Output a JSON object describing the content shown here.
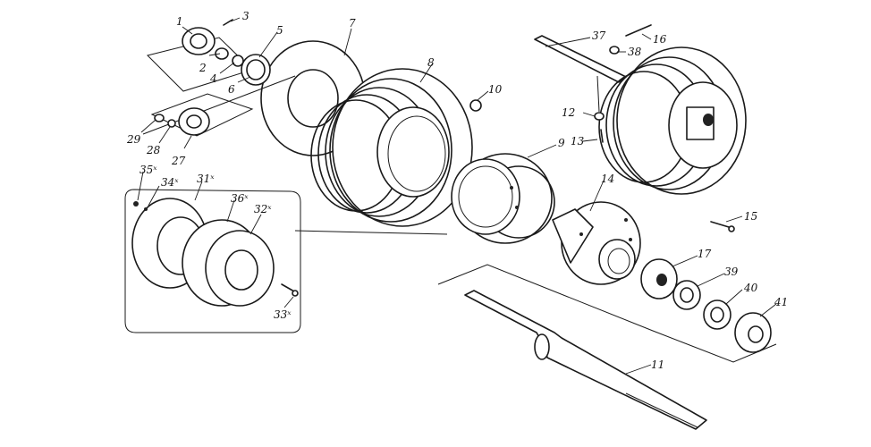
{
  "callouts": [
    {
      "id": "c1",
      "text": "1"
    },
    {
      "id": "c2",
      "text": "2"
    },
    {
      "id": "c3",
      "text": "3"
    },
    {
      "id": "c4",
      "text": "4"
    },
    {
      "id": "c5",
      "text": "5"
    },
    {
      "id": "c6",
      "text": "6"
    },
    {
      "id": "c7",
      "text": "7"
    },
    {
      "id": "c8",
      "text": "8"
    },
    {
      "id": "c9",
      "text": "9"
    },
    {
      "id": "c10",
      "text": "10"
    },
    {
      "id": "c11",
      "text": "11"
    },
    {
      "id": "c12",
      "text": "12"
    },
    {
      "id": "c13",
      "text": "13"
    },
    {
      "id": "c14",
      "text": "14"
    },
    {
      "id": "c15",
      "text": "15"
    },
    {
      "id": "c16",
      "text": "16"
    },
    {
      "id": "c17",
      "text": "17"
    },
    {
      "id": "c27",
      "text": "27"
    },
    {
      "id": "c28",
      "text": "28"
    },
    {
      "id": "c29",
      "text": "29"
    },
    {
      "id": "c31",
      "text": "31ˣ"
    },
    {
      "id": "c32",
      "text": "32ˣ"
    },
    {
      "id": "c33",
      "text": "33ˣ"
    },
    {
      "id": "c34",
      "text": "34ˣ"
    },
    {
      "id": "c35",
      "text": "35ˣ"
    },
    {
      "id": "c36",
      "text": "36ˣ"
    },
    {
      "id": "c37",
      "text": "37"
    },
    {
      "id": "c38",
      "text": "38"
    },
    {
      "id": "c39",
      "text": "39"
    },
    {
      "id": "c40",
      "text": "40"
    },
    {
      "id": "c41",
      "text": "41"
    }
  ]
}
